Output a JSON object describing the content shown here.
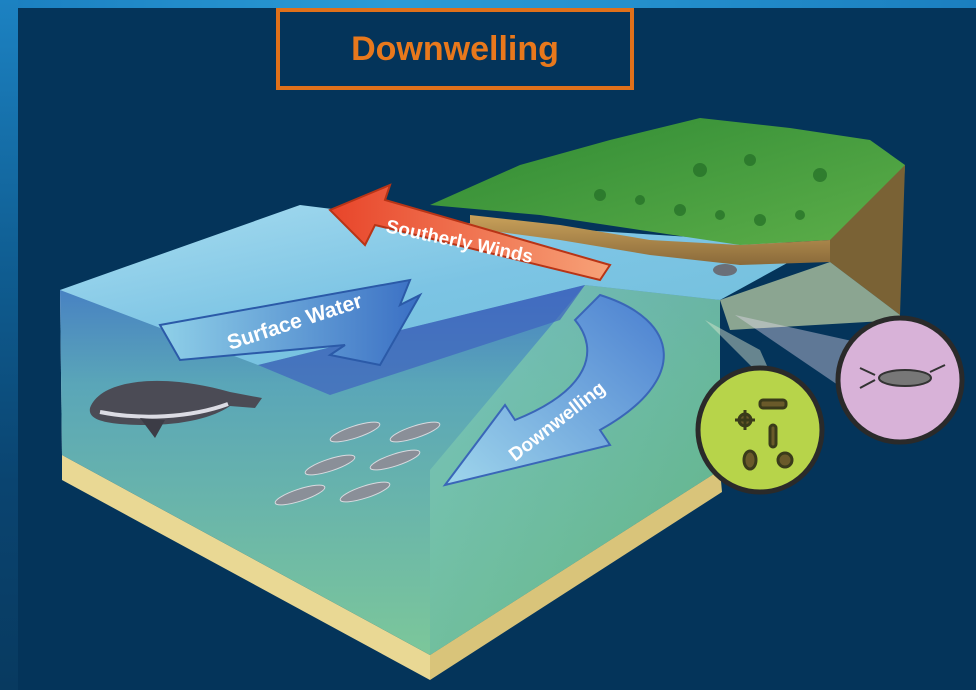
{
  "title": "Downwelling",
  "labels": {
    "southerly_winds": "Southerly Winds",
    "surface_water": "Surface Water",
    "downwelling_arrow": "Downwelling"
  },
  "colors": {
    "background": "#04345a",
    "title_border": "#e0701a",
    "title_text": "#e8781c",
    "wind_arrow": "#f05a2a",
    "water_arrow": "#4f8fd6",
    "ocean_top": "#9fd3ec",
    "ocean_side": "#5cae8e",
    "land": "#3e9a3a"
  },
  "icons": [
    "whale-icon",
    "fish-school-icon",
    "seal-icon",
    "plankton-circle-icon",
    "zooplankton-circle-icon"
  ]
}
